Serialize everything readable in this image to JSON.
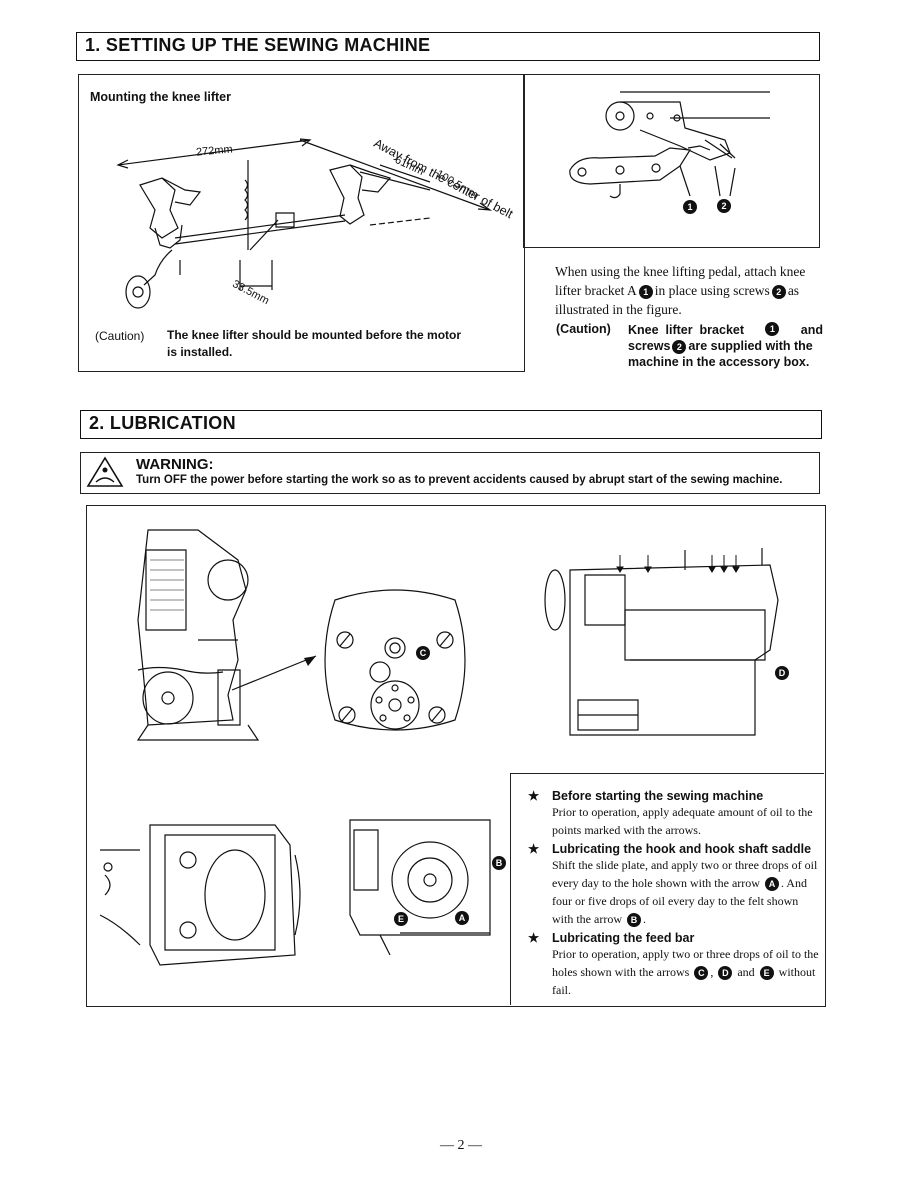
{
  "section1": {
    "title": "1.  SETTING UP THE SEWING MACHINE",
    "mounting": {
      "heading": "Mounting the knee lifter",
      "dim_272": "272mm",
      "dim_away": "Away from the center of belt",
      "dim_61": "61mm",
      "dim_100": "100.5mm",
      "dim_33": "33.5mm",
      "caution_label": "(Caution)",
      "caution_text_1": "The knee lifter should be mounted before the motor",
      "caution_text_2": "is installed."
    },
    "bracket": {
      "marker_1": "1",
      "marker_2": "2",
      "para_1": "When using the knee lifting pedal, attach knee",
      "para_2a": "lifter bracket A",
      "para_2b": "in place using screws",
      "para_2c": "as",
      "para_3": "illustrated in the figure.",
      "caution_label": "(Caution)",
      "caution_1a": "Knee  lifter  bracket",
      "caution_1b": "and",
      "caution_2a": "screws",
      "caution_2b": "are supplied with the",
      "caution_3": "machine in the accessory box."
    }
  },
  "section2": {
    "title": "2.  LUBRICATION",
    "warning_title": "WARNING:",
    "warning_text": "Turn OFF the power before starting the work so as to prevent accidents caused by abrupt start of the sewing machine.",
    "markers": {
      "A": "A",
      "B": "B",
      "C": "C",
      "D": "D",
      "E": "E"
    },
    "items": [
      {
        "star": "★",
        "heading": "Before starting the sewing machine",
        "lines": [
          "Prior to operation, apply adequate amount of oil to the",
          "points marked with the arrows."
        ]
      },
      {
        "star": "★",
        "heading": "Lubricating the hook and hook shaft saddle",
        "lines": [
          "Shift the slide plate, and apply two or three drops of oil",
          "every day to the hole shown with the arrow",
          ". And",
          "four or five drops of oil every day to the felt shown",
          "with the arrow",
          "."
        ]
      },
      {
        "star": "★",
        "heading": "Lubricating the feed bar",
        "lines": [
          "Prior to operation, apply two or three drops of oil to the",
          "holes shown with the arrows",
          ",",
          "and",
          "without fail."
        ]
      }
    ]
  },
  "footer": {
    "page_number": "— 2 —"
  }
}
